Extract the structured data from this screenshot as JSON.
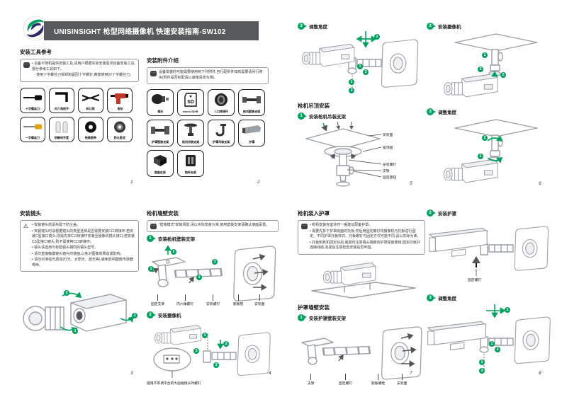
{
  "accent_color": "#00A05F",
  "callouts": [
    "1",
    "2",
    "3"
  ],
  "header": {
    "title": "UNISINSIGHT 枪型网络摄像机 快速安装指南-SW102",
    "brand": "UNISINSIGHT"
  },
  "pages": {
    "p1": {
      "title": "安装工具参考",
      "note1": "设备不随机提供安装工具,请用户根据实际安装需求自备安装工具,部分参考工具如下。",
      "note2": "使用十字螺丝刀拆卸和紧固十字螺钉,推荐使用2#十字螺丝刀。",
      "tools": [
        "十字螺丝刀",
        "内六角扳手",
        "斜口钳",
        "电钻",
        "一字螺丝刀",
        "防静电手套",
        "绝缘胶带",
        "防水胶泥"
      ],
      "page": "1"
    },
    "p2": {
      "title": "安装附件介绍",
      "note": "设备安装时可能需要使用到下列附件,自行配附件如有需要请另行购买(附件是否标配请以装箱清单为准)。",
      "sd": "SD",
      "items": [
        "镜头",
        "micro SD卡",
        "C口转接环",
        "枪机壁装支架",
        "护罩壁装支架",
        "枪机吊装支架",
        "护罩吊装支架",
        "护罩",
        "底座支架",
        "抱杆支架"
      ],
      "page": "2"
    },
    "p3": {
      "title": "安装镜头",
      "warn": [
        "安装镜头前请先取下防尘盖。",
        "安装镜头时请根据镜头的类型选择是否需要安装C口转接环:若安装C型接口镜头,则需先将C口转接环安装至摄像机镜头接口;若安装CS型接口镜头,则不需使用C口转接环。",
        "镜头请选用与标配镜头相同的镜头型号。",
        "请勿直接触摸镜头镜片的镜面,以免对图像效果造成影响。",
        "请勿对准强光源(如灯光、太阳光、激光等),避免影响图像传感器寿命。"
      ],
      "page": "3"
    },
    "p4": {
      "title": "枪机墙壁安装",
      "note": "“壁装模式”安装场景,请以实际安装为准,使用壁装支架请确认墙面承重。",
      "step1": "安装枪机壁装支架",
      "labels": [
        "固定支架",
        "内六角螺钉",
        "安装螺钉",
        "膨胀管",
        "安装面"
      ],
      "step2": "安装摄像机",
      "footnote": "使用不带调平台的大画幅镜头时螺钉",
      "page": "4"
    },
    "p5": {
      "step3": "调整角度",
      "title": "枪机吊顶安装",
      "step1": "安装枪机吊装支架",
      "labels": [
        "安装面",
        "吸顶盘",
        "安装螺钉",
        "支架",
        "固定旋钮"
      ],
      "page": "5"
    },
    "p6": {
      "step2": "安装摄像机",
      "step3": "调整角度",
      "page": "6"
    },
    "p7": {
      "title": "枪机装入护罩",
      "note": [
        "枪机安装在室外时一般建议配备护罩。",
        "需要先拆下护罩底面的托板,然后用固定螺钉将摄像机与托板进行固定。不同护罩托板样式、托板螺钉与固定方式可能不同,请以实际为准。",
        "托板和枪机固定好后,装回时注意镜头端朝向护罩视窗玻璃;固定托板并连接线缆,完成后注意检查安装是否牢固。"
      ],
      "title2": "护罩墙壁安装",
      "step1": "安装护罩壁装支架",
      "labels": [
        "支架",
        "固定螺钉",
        "膨胀螺栓",
        "安装面"
      ],
      "page": "7"
    },
    "p8": {
      "step2": "安装护罩",
      "screw_label": "固定螺钉",
      "step3": "调整角度",
      "page": "8"
    }
  }
}
